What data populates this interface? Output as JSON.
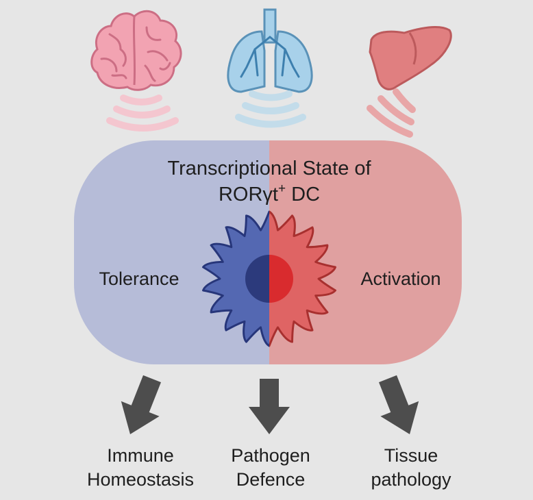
{
  "organs": [
    {
      "name": "brain-icon",
      "color": "#f2a3b2",
      "wave_color": "#f4c6cf"
    },
    {
      "name": "lung-icon",
      "color": "#a8d1ea",
      "wave_color": "#c3dcea"
    },
    {
      "name": "liver-icon",
      "color": "#e07f80",
      "wave_color": "#e8a6a7"
    }
  ],
  "state_box": {
    "title_main": "Transcriptional State of",
    "title_cell_pre": "RORγt",
    "title_cell_sup": "+",
    "title_cell_post": " DC",
    "left_label": "Tolerance",
    "right_label": "Activation",
    "left_color": "#b6bcd8",
    "right_color": "#e0a0a0"
  },
  "cell": {
    "left_color": "#5468b2",
    "right_color": "#df6464",
    "nucleus_left": "#2c3a7c",
    "nucleus_right": "#d92b2e"
  },
  "outcomes": [
    {
      "line1": "Immune",
      "line2": "Homeostasis"
    },
    {
      "line1": "Pathogen",
      "line2": "Defence"
    },
    {
      "line1": "Tissue",
      "line2": "pathology"
    }
  ],
  "arrow_color": "#4d4d4d"
}
